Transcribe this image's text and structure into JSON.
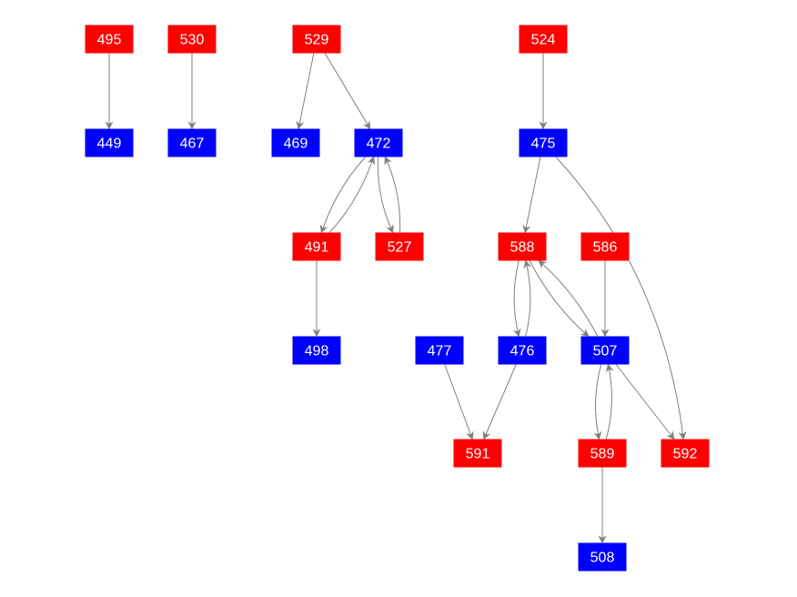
{
  "colors": {
    "red": "#ff0000",
    "blue": "#0000ff",
    "edge": "#808080",
    "text": "#ffffff"
  },
  "nodes": [
    {
      "id": "495",
      "group": "red"
    },
    {
      "id": "530",
      "group": "red"
    },
    {
      "id": "529",
      "group": "red"
    },
    {
      "id": "524",
      "group": "red"
    },
    {
      "id": "449",
      "group": "blue"
    },
    {
      "id": "467",
      "group": "blue"
    },
    {
      "id": "469",
      "group": "blue"
    },
    {
      "id": "472",
      "group": "blue"
    },
    {
      "id": "475",
      "group": "blue"
    },
    {
      "id": "491",
      "group": "red"
    },
    {
      "id": "527",
      "group": "red"
    },
    {
      "id": "588",
      "group": "red"
    },
    {
      "id": "586",
      "group": "red"
    },
    {
      "id": "498",
      "group": "blue"
    },
    {
      "id": "477",
      "group": "blue"
    },
    {
      "id": "476",
      "group": "blue"
    },
    {
      "id": "507",
      "group": "blue"
    },
    {
      "id": "591",
      "group": "red"
    },
    {
      "id": "589",
      "group": "red"
    },
    {
      "id": "592",
      "group": "red"
    },
    {
      "id": "508",
      "group": "blue"
    }
  ],
  "edges": [
    [
      "495",
      "449"
    ],
    [
      "530",
      "467"
    ],
    [
      "529",
      "469"
    ],
    [
      "529",
      "472"
    ],
    [
      "524",
      "475"
    ],
    [
      "472",
      "491"
    ],
    [
      "491",
      "472"
    ],
    [
      "472",
      "527"
    ],
    [
      "527",
      "472"
    ],
    [
      "475",
      "588"
    ],
    [
      "475",
      "592"
    ],
    [
      "491",
      "498"
    ],
    [
      "588",
      "476"
    ],
    [
      "476",
      "588"
    ],
    [
      "588",
      "507"
    ],
    [
      "507",
      "588"
    ],
    [
      "586",
      "507"
    ],
    [
      "477",
      "591"
    ],
    [
      "476",
      "591"
    ],
    [
      "507",
      "589"
    ],
    [
      "589",
      "507"
    ],
    [
      "507",
      "592"
    ],
    [
      "589",
      "508"
    ]
  ]
}
